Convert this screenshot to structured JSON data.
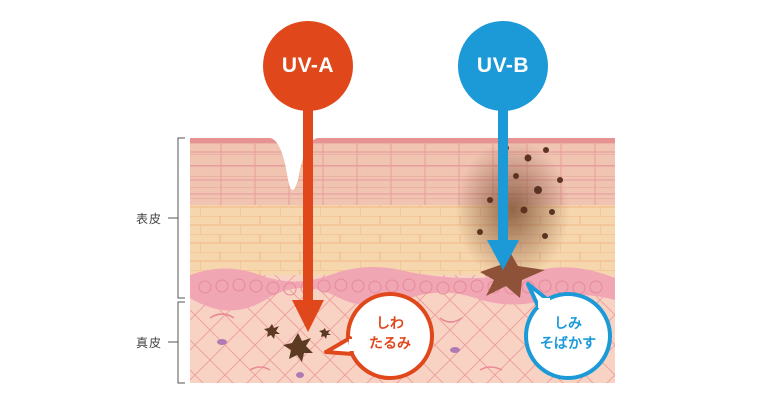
{
  "layers": {
    "epidermis_label": "表皮",
    "dermis_label": "真皮"
  },
  "rays": {
    "uva": {
      "label": "UV-A",
      "color": "#e0471b"
    },
    "uvb": {
      "label": "UV-B",
      "color": "#1c9ad8"
    }
  },
  "effects": {
    "uva": {
      "line1": "しわ",
      "line2": "たるみ"
    },
    "uvb": {
      "line1": "しみ",
      "line2": "そばかす"
    }
  },
  "colors": {
    "skin_surface": "#ecaaa4",
    "epidermis_upper": "#f1c4b2",
    "epidermis_lower": "#f6d6ac",
    "basal_layer": "#f1a6b4",
    "dermis": "#f8d3c4",
    "melanin": "#7a4a30",
    "collagen_fiber": "#ea8a96"
  }
}
